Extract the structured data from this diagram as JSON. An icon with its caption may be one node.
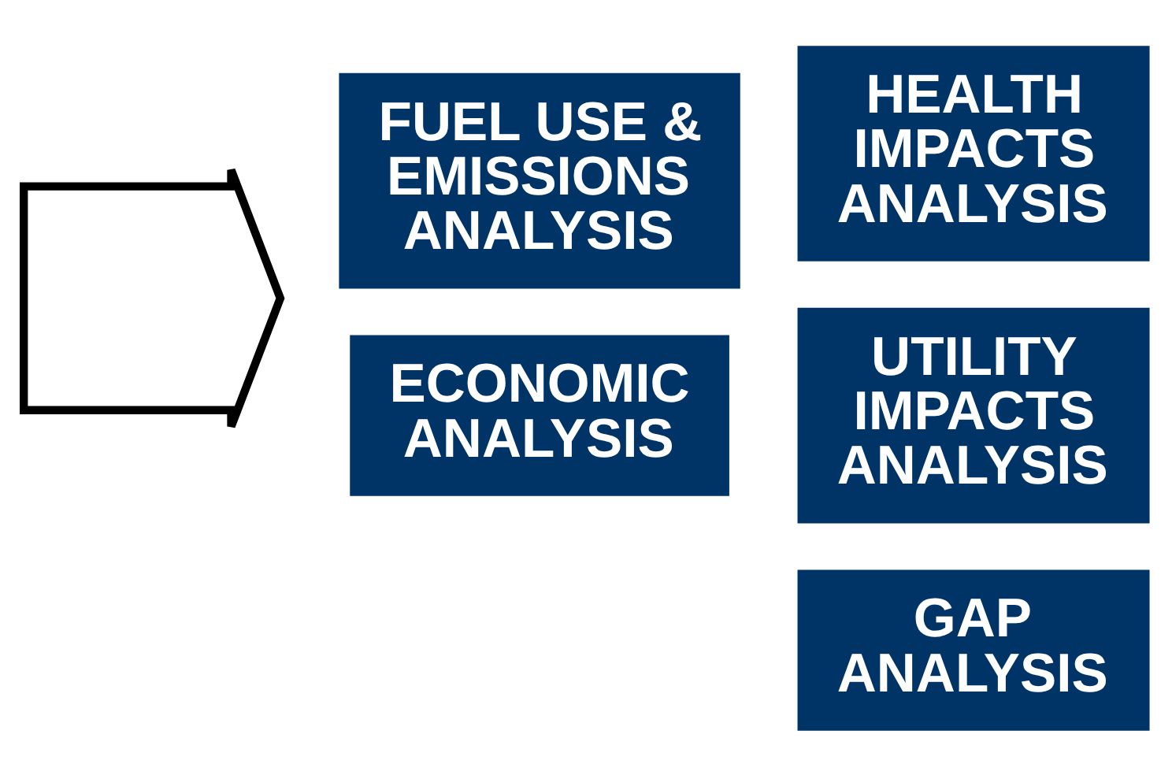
{
  "diagram": {
    "nodes": [
      {
        "text": [],
        "shape": "arrow"
      },
      {
        "text": [
          "FUEL USE & EMISSIONS ANALYSIS"
        ]
      },
      {
        "text": [
          "HEALTH IMPACTS ANALYSIS"
        ]
      },
      {
        "text": [
          "ECONOMIC ANALYSIS"
        ]
      },
      {
        "text": [
          "UTILITY IMPACTS ANALYSIS"
        ]
      },
      {
        "text": [
          "GAP ANALYSIS"
        ]
      }
    ]
  }
}
